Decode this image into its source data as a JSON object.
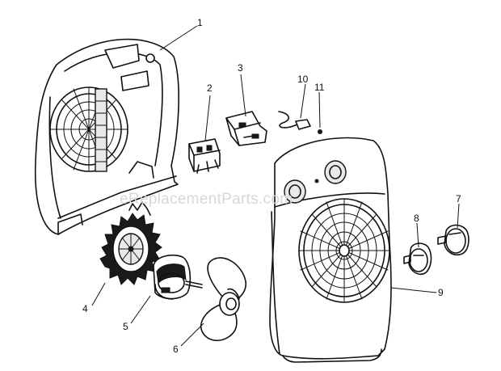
{
  "watermark": "eReplacementParts.com",
  "callouts": [
    "1",
    "2",
    "3",
    "4",
    "5",
    "6",
    "7",
    "8",
    "9",
    "10",
    "11"
  ]
}
